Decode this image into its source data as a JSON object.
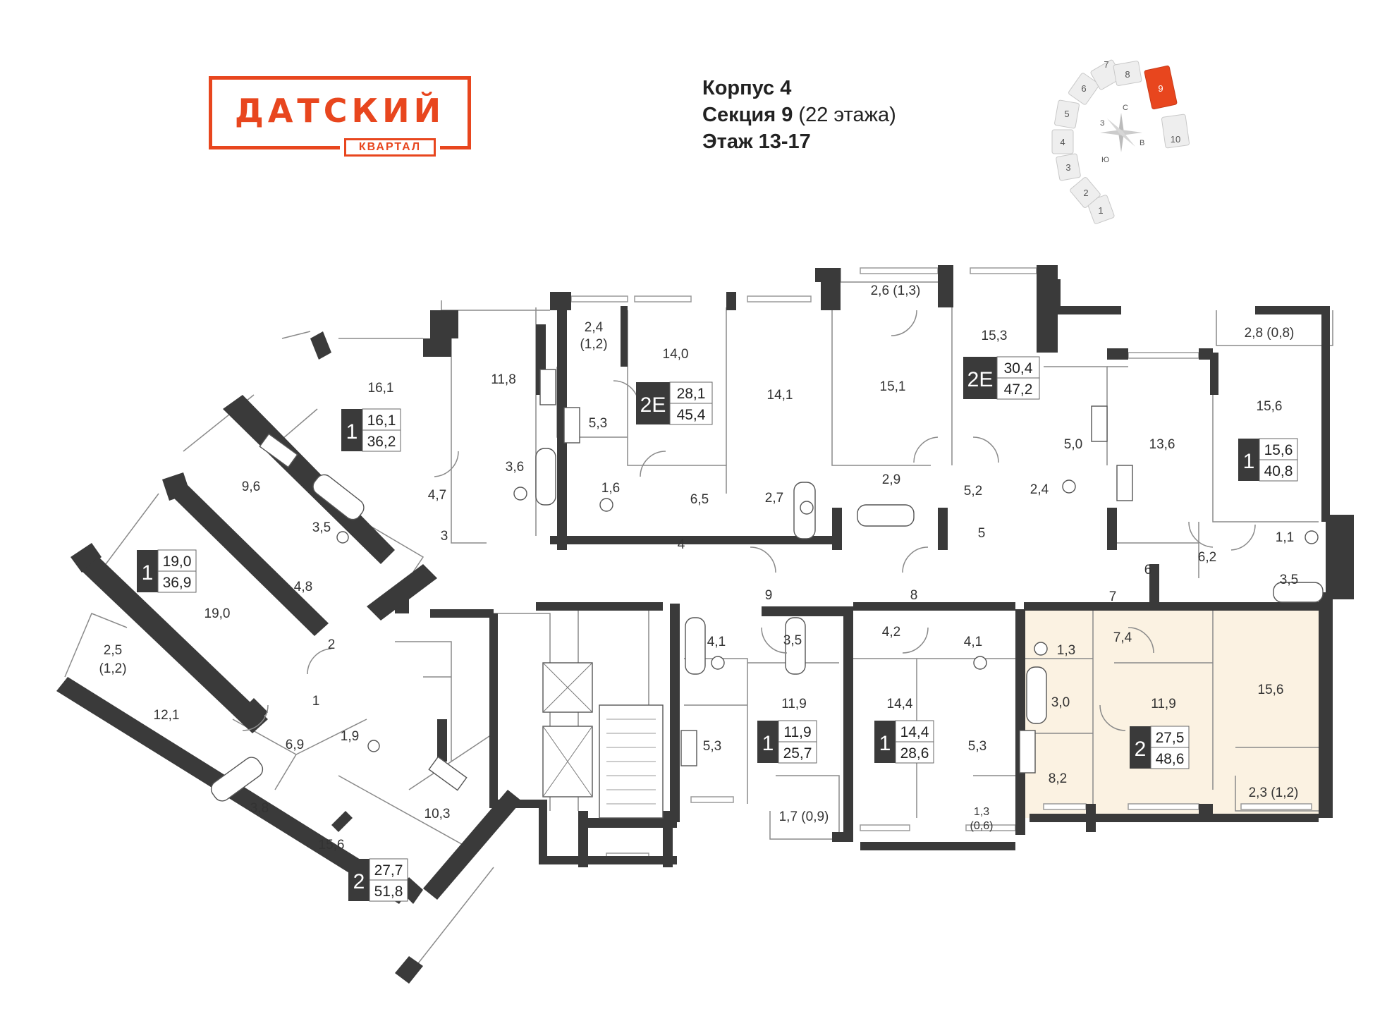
{
  "logo": {
    "title": "ДАТСКИЙ",
    "subtitle": "КВАРТАЛ",
    "color": "#e8461e"
  },
  "header": {
    "building": "Корпус 4",
    "section": "Секция 9",
    "section_note": "(22 этажа)",
    "floors": "Этаж 13-17"
  },
  "minimap": {
    "highlight_color": "#e8461e",
    "sections": [
      "1",
      "2",
      "3",
      "4",
      "5",
      "6",
      "7",
      "8",
      "9",
      "10"
    ],
    "selected": "9",
    "compass": {
      "n": "С",
      "e": "В",
      "s": "Ю",
      "w": "З"
    }
  },
  "plan": {
    "highlight_fill": "#fbf2e2",
    "apartments": [
      {
        "id": "a1",
        "rooms": "1",
        "living": "16,1",
        "total": "36,2"
      },
      {
        "id": "a2",
        "rooms": "1",
        "living": "19,0",
        "total": "36,9"
      },
      {
        "id": "a3",
        "rooms": "2",
        "living": "27,7",
        "total": "51,8"
      },
      {
        "id": "a4",
        "rooms": "2Е",
        "living": "28,1",
        "total": "45,4"
      },
      {
        "id": "a5",
        "rooms": "2Е",
        "living": "30,4",
        "total": "47,2"
      },
      {
        "id": "a6",
        "rooms": "1",
        "living": "15,6",
        "total": "40,8"
      },
      {
        "id": "a7",
        "rooms": "1",
        "living": "11,9",
        "total": "25,7"
      },
      {
        "id": "a8",
        "rooms": "1",
        "living": "14,4",
        "total": "28,6"
      },
      {
        "id": "a9",
        "rooms": "2",
        "living": "27,5",
        "total": "48,6"
      }
    ],
    "rooms": [
      "16,1",
      "11,8",
      "2,4",
      "(1,2)",
      "14,0",
      "14,1",
      "2,6 (1,3)",
      "15,1",
      "15,3",
      "2,8 (0,8)",
      "15,6",
      "5,3",
      "5,0",
      "13,6",
      "9,6",
      "3,6",
      "1,6",
      "2,7",
      "2,9",
      "2,4",
      "4,7",
      "6,5",
      "5,2",
      "3,5",
      "1,1",
      "3,5",
      "6,2",
      "4,8",
      "19,0",
      "2,5",
      "(1,2)",
      "12,1",
      "6,9",
      "1,9",
      "3,8",
      "10,3",
      "15,6",
      "4,1",
      "3,5",
      "4,2",
      "4,1",
      "1,3",
      "7,4",
      "11,9",
      "14,4",
      "3,0",
      "11,9",
      "15,6",
      "5,3",
      "5,3",
      "8,2",
      "1,7 (0,9)",
      "1,3",
      "(0,6)",
      "2,3 (1,2)"
    ],
    "doors": [
      "3",
      "4",
      "5",
      "6",
      "7",
      "8",
      "9",
      "2",
      "1"
    ]
  }
}
